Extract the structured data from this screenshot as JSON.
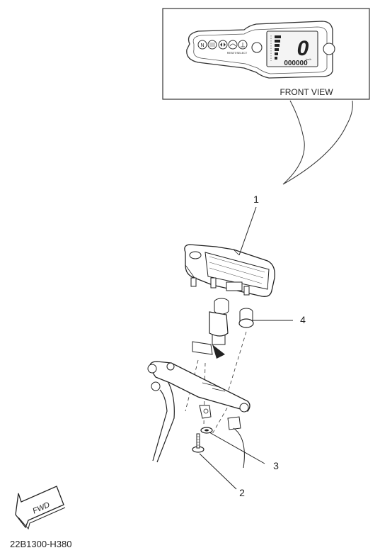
{
  "inset": {
    "caption": "FRONT VIEW"
  },
  "meter_display": {
    "gear_digit": "0",
    "odometer": "000000",
    "speed_unit": "km/h",
    "indicator_icons": [
      "neutral-icon",
      "high-beam-icon",
      "turn-signal-icon",
      "engine-warning-icon",
      "oil-warning-icon"
    ],
    "reset_select_label": "RESET/SELECT"
  },
  "callouts": [
    {
      "id": "1",
      "label": "1"
    },
    {
      "id": "2",
      "label": "2"
    },
    {
      "id": "3",
      "label": "3"
    },
    {
      "id": "4",
      "label": "4"
    }
  ],
  "fwd_arrow": {
    "label": "FWD"
  },
  "diagram_code": "22B1300-H380"
}
